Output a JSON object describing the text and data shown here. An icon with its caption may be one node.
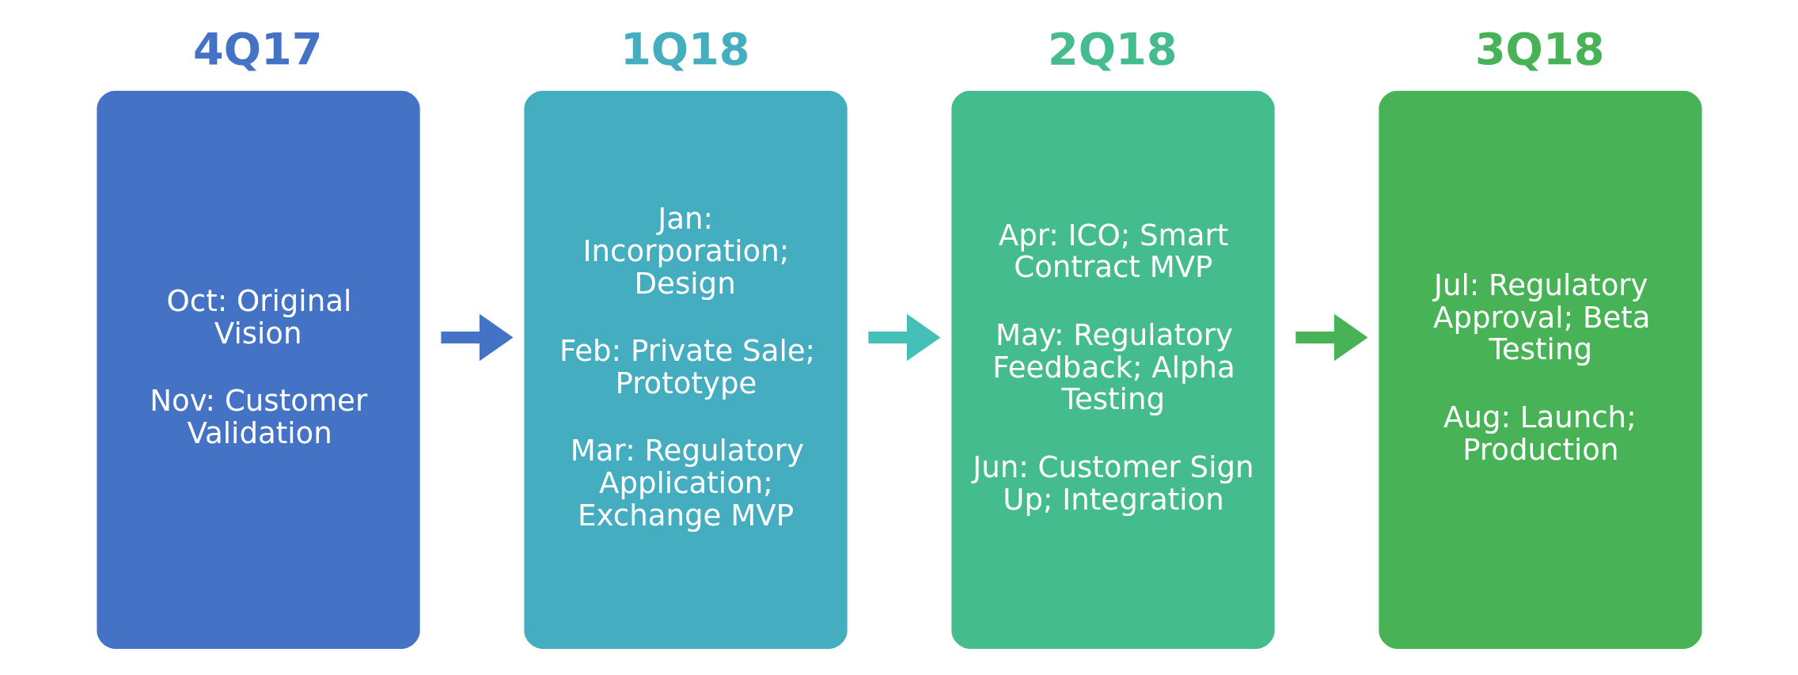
{
  "diagram": {
    "nodes": [
      {
        "text": [
          "4Q17",
          "Oct: Original Vision",
          "Nov: Customer Validation"
        ]
      },
      {
        "text": [
          "1Q18",
          "Jan: Incorporation; Design",
          "Feb: Private Sale; Prototype",
          "Mar: Regulatory Application; Exchange MVP"
        ]
      },
      {
        "text": [
          "2Q18",
          "Apr: ICO; Smart Contract MVP",
          "May: Regulatory Feedback; Alpha Testing",
          "Jun: Customer Sign Up; Integration"
        ]
      },
      {
        "text": [
          "3Q18",
          "Jul: Regulatory Approval; Beta Testing",
          "Aug: Launch; Production"
        ]
      }
    ],
    "edges": [
      {
        "from": 0,
        "to": 1,
        "arrow": "to",
        "color": "#4472c4"
      },
      {
        "from": 1,
        "to": 2,
        "arrow": "to",
        "color": "#45c0b8"
      },
      {
        "from": 2,
        "to": 3,
        "arrow": "to",
        "color": "#47b256"
      }
    ]
  }
}
